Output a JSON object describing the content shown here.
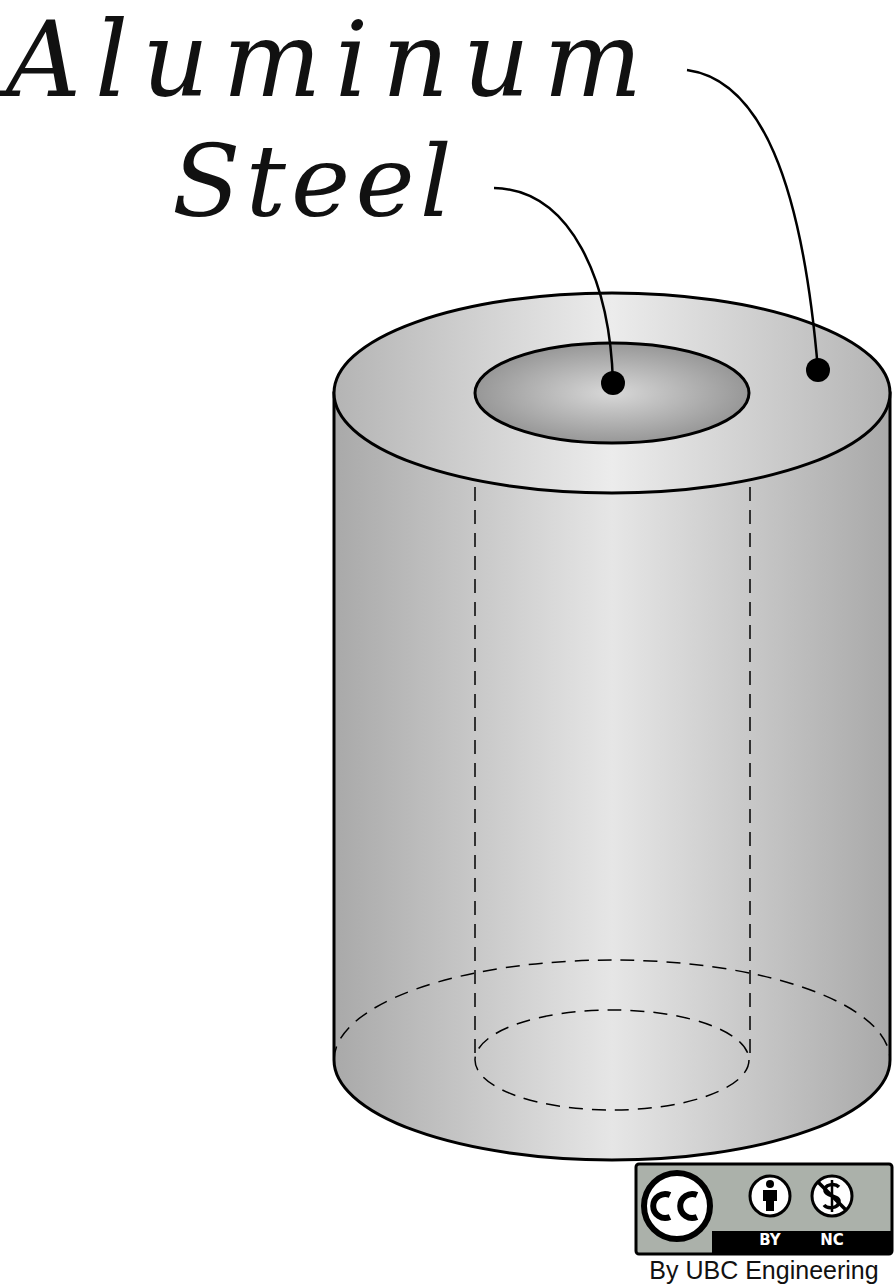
{
  "diagram": {
    "labels": [
      "Aluminum",
      "Steel",
      "BY",
      "NC",
      "By UBC Engineering"
    ]
  }
}
